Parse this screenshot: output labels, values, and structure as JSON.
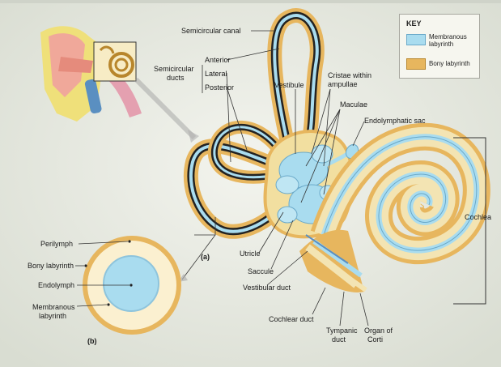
{
  "key": {
    "title": "KEY",
    "membranous": "Membranous labyrinth",
    "bony": "Bony labyrinth",
    "membranous_color": "#a9dcef",
    "bony_color": "#e7b65e"
  },
  "labels": {
    "semicircular_canal": "Semicircular canal",
    "semicircular_ducts_1": "Semicircular",
    "semicircular_ducts_2": "ducts",
    "anterior": "Anterior",
    "lateral": "Lateral",
    "posterior": "Posterior",
    "vestibule": "Vestibule",
    "cristae_1": "Cristae within",
    "cristae_2": "ampullae",
    "maculae": "Maculae",
    "endolymphatic_sac": "Endolymphatic sac",
    "cochlea": "Cochlea",
    "utricle": "Utricle",
    "saccule": "Saccule",
    "vestibular_duct": "Vestibular duct",
    "cochlear_duct": "Cochlear duct",
    "tympanic_1": "Tympanic",
    "tympanic_2": "duct",
    "organ_1": "Organ of",
    "organ_2": "Corti",
    "panel_a": "(a)",
    "panel_b": "(b)",
    "perilymph": "Perilymph",
    "bony_labyrinth": "Bony labyrinth",
    "endolymph": "Endolymph",
    "membranous_1": "Membranous",
    "membranous_2": "labyrinth"
  }
}
